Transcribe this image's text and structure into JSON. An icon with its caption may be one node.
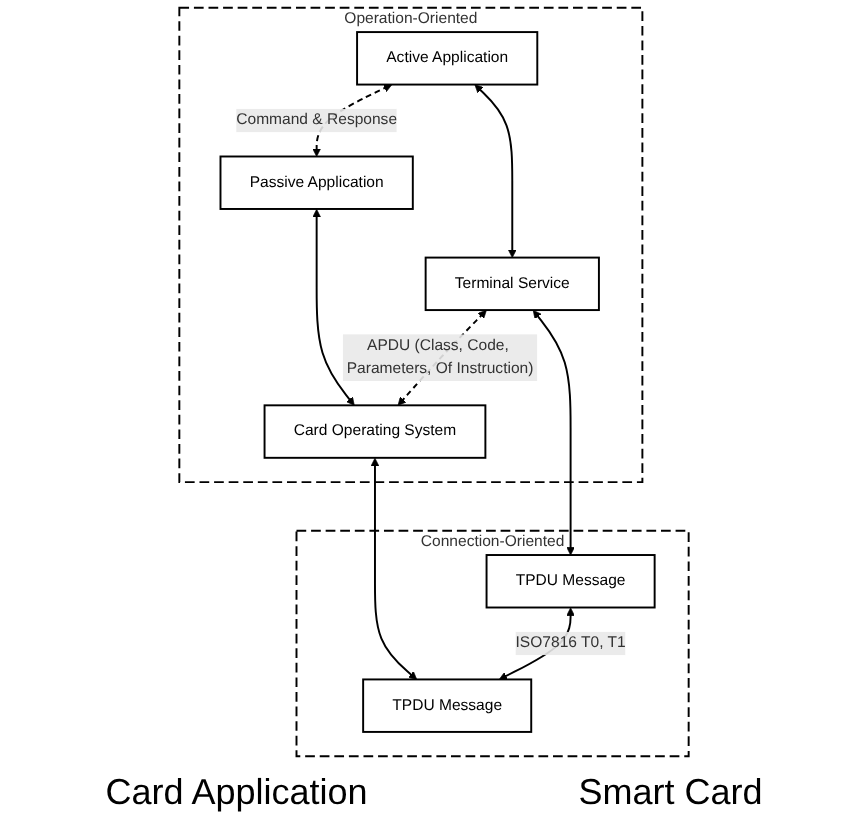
{
  "diagram": {
    "nodes": [
      {
        "text": [
          "Operation-Oriented"
        ]
      },
      {
        "text": [
          "Active Application"
        ],
        "in": 0
      },
      {
        "text": [
          "Passive Application"
        ],
        "in": 0
      },
      {
        "text": [
          "Terminal Service"
        ],
        "in": 0
      },
      {
        "text": [
          "Card Operating System"
        ],
        "in": 0
      },
      {
        "text": [
          "Connection-Oriented"
        ]
      },
      {
        "text": [
          "TPDU Message"
        ],
        "in": 5
      },
      {
        "text": [
          "TPDU Message"
        ],
        "in": 5
      }
    ],
    "edges": [
      {
        "from": 1,
        "to": 2,
        "arrow": "both",
        "style": "dashed",
        "label": "Command & Response"
      },
      {
        "from": 1,
        "to": 3,
        "arrow": "both"
      },
      {
        "from": 2,
        "to": 4,
        "arrow": "both"
      },
      {
        "from": 3,
        "to": 4,
        "arrow": "both",
        "style": "dashed",
        "label": "APDU (Class, Code, Parameters, Of Instruction)"
      },
      {
        "from": 3,
        "to": 6,
        "arrow": "both"
      },
      {
        "from": 4,
        "to": 7,
        "arrow": "both"
      },
      {
        "from": 6,
        "to": 7,
        "arrow": "both",
        "label": "ISO7816 T0, T1"
      }
    ],
    "labels": [
      "Card Application",
      "Smart Card"
    ]
  }
}
